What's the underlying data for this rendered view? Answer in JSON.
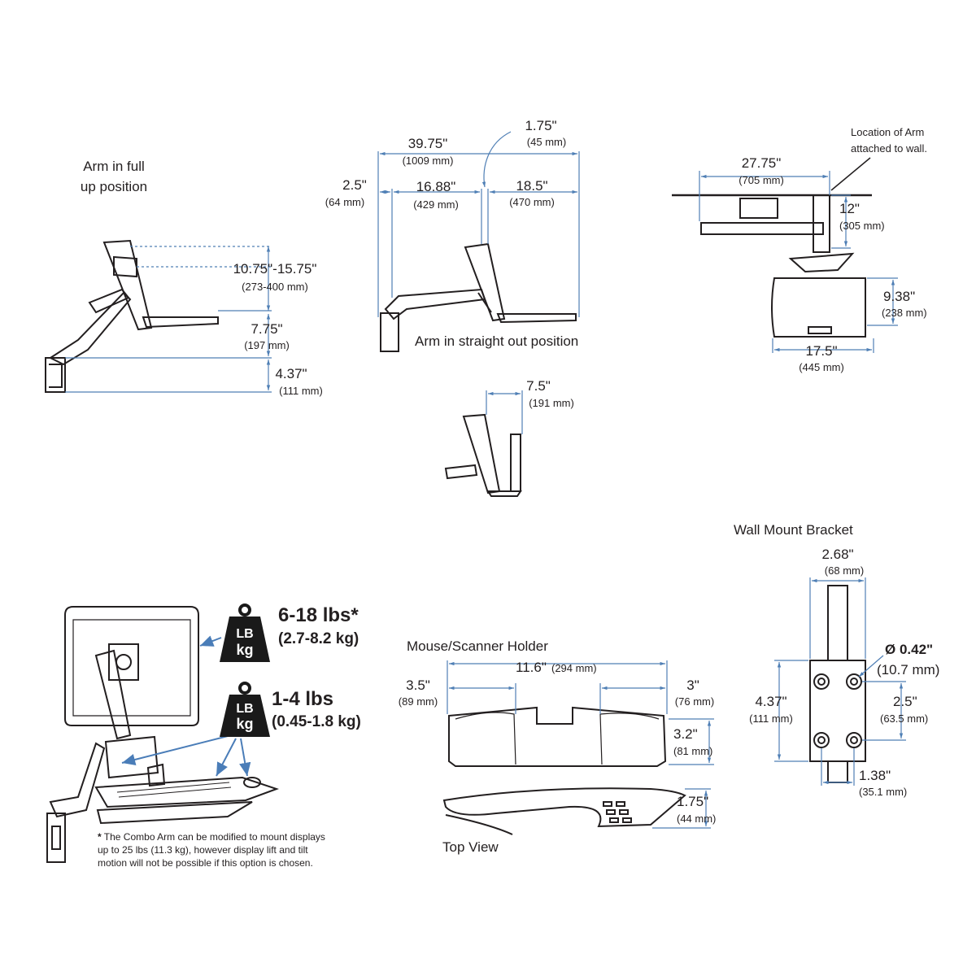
{
  "full_up": {
    "caption_line1": "Arm in full",
    "caption_line2": "up position",
    "height_range": {
      "in": "10.75\"-15.75\"",
      "mm": "(273-400 mm)"
    },
    "keyboard_drop": {
      "in": "7.75\"",
      "mm": "(197 mm)"
    },
    "base_height": {
      "in": "4.37\"",
      "mm": "(111 mm)"
    }
  },
  "straight_out": {
    "caption": "Arm in straight out position",
    "overall": {
      "in": "39.75\"",
      "mm": "(1009 mm)"
    },
    "offset": {
      "in": "1.75\"",
      "mm": "(45 mm)"
    },
    "wall_gap": {
      "in": "2.5\"",
      "mm": "(64 mm)"
    },
    "arm_reach": {
      "in": "16.88\"",
      "mm": "(429 mm)"
    },
    "head_reach": {
      "in": "18.5\"",
      "mm": "(470 mm)"
    },
    "folded": {
      "in": "7.5\"",
      "mm": "(191 mm)"
    }
  },
  "top_view": {
    "location_note_line1": "Location of Arm",
    "location_note_line2": "attached to wall.",
    "width": {
      "in": "27.75\"",
      "mm": "(705 mm)"
    },
    "depth": {
      "in": "12\"",
      "mm": "(305 mm)"
    },
    "tray_depth": {
      "in": "9.38\"",
      "mm": "(238 mm)"
    },
    "tray_width": {
      "in": "17.5\"",
      "mm": "(445 mm)"
    }
  },
  "weights": {
    "monitor_in": "6-18 lbs*",
    "monitor_mm": "(2.7-8.2 kg)",
    "tray_in": "1-4 lbs",
    "tray_mm": "(0.45-1.8 kg)",
    "badge_top": "LB",
    "badge_bottom": "kg",
    "footnote_star": "*",
    "footnote": "The  Combo Arm can be modified to mount displays up to 25 lbs (11.3 kg), however display lift and tilt motion will not be possible if this option is chosen."
  },
  "mouse_holder": {
    "title": "Mouse/Scanner Holder",
    "left_pocket": {
      "in": "3.5\"",
      "mm": "(89 mm)"
    },
    "overall": {
      "in": "11.6\"",
      "mm": "(294 mm)"
    },
    "right_pocket": {
      "in": "3\"",
      "mm": "(76 mm)"
    },
    "depth": {
      "in": "3.2\"",
      "mm": "(81 mm)"
    },
    "height": {
      "in": "1.75\"",
      "mm": "(44 mm)"
    },
    "top_view_label": "Top View"
  },
  "wall_bracket": {
    "title": "Wall Mount Bracket",
    "width": {
      "in": "2.68\"",
      "mm": "(68 mm)"
    },
    "hole": {
      "in": "Ø 0.42\"",
      "mm": "(10.7 mm)"
    },
    "height": {
      "in": "4.37\"",
      "mm": "(111 mm)"
    },
    "hole_spacing_v": {
      "in": "2.5\"",
      "mm": "(63.5 mm)"
    },
    "hole_spacing_h": {
      "in": "1.38\"",
      "mm": "(35.1 mm)"
    }
  },
  "colors": {
    "dimension": "#4f7fb5",
    "line": "#231f20",
    "badge": "#1a1a1a",
    "arrow": "#4a7db8"
  }
}
